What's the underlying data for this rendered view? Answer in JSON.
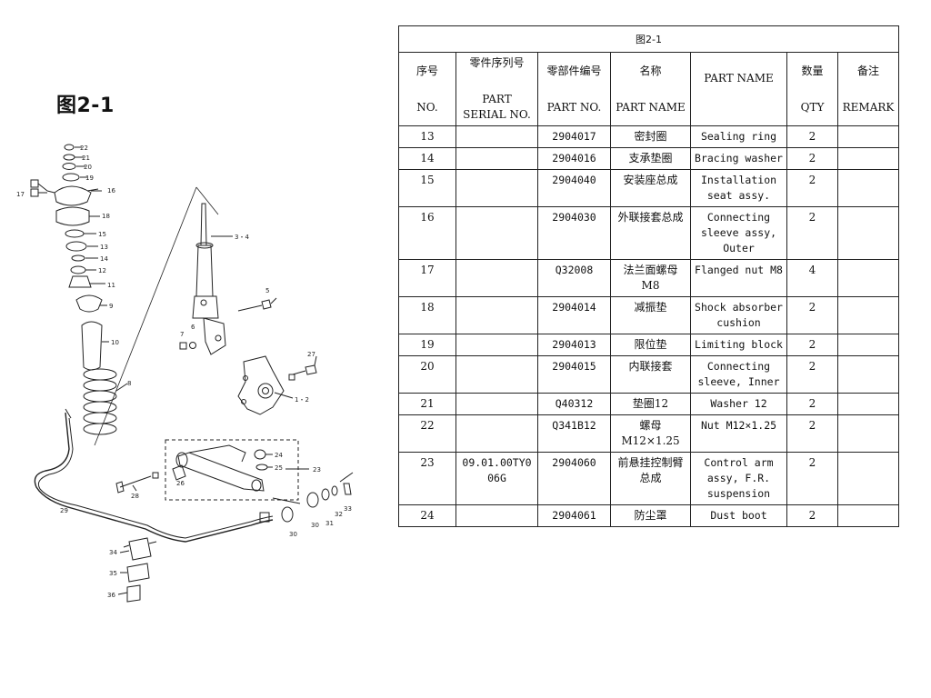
{
  "figure_label": "图2-1",
  "table": {
    "title": "图2-1",
    "headers": [
      {
        "cn": "序号",
        "en": "NO."
      },
      {
        "cn": "零件序列号",
        "en": "PART SERIAL NO."
      },
      {
        "cn": "零部件编号",
        "en": "PART NO."
      },
      {
        "cn": "名称",
        "en": "PART NAME"
      },
      {
        "cn": "PART NAME",
        "en": ""
      },
      {
        "cn": "数量",
        "en": "QTY"
      },
      {
        "cn": "备注",
        "en": "REMARK"
      }
    ],
    "rows": [
      {
        "no": "13",
        "serial": "",
        "part_no": "2904017",
        "name_cn": "密封圈",
        "name_en": "Sealing ring",
        "qty": "2",
        "remark": ""
      },
      {
        "no": "14",
        "serial": "",
        "part_no": "2904016",
        "name_cn": "支承垫圈",
        "name_en": "Bracing washer",
        "qty": "2",
        "remark": ""
      },
      {
        "no": "15",
        "serial": "",
        "part_no": "2904040",
        "name_cn": "安装座总成",
        "name_en": "Installation seat assy.",
        "qty": "2",
        "remark": ""
      },
      {
        "no": "16",
        "serial": "",
        "part_no": "2904030",
        "name_cn": "外联接套总成",
        "name_en": "Connecting sleeve assy, Outer",
        "qty": "2",
        "remark": ""
      },
      {
        "no": "17",
        "serial": "",
        "part_no": "Q32008",
        "name_cn": "法兰面螺母M8",
        "name_en": "Flanged nut M8",
        "qty": "4",
        "remark": ""
      },
      {
        "no": "18",
        "serial": "",
        "part_no": "2904014",
        "name_cn": "减振垫",
        "name_en": "Shock absorber cushion",
        "qty": "2",
        "remark": ""
      },
      {
        "no": "19",
        "serial": "",
        "part_no": "2904013",
        "name_cn": "限位垫",
        "name_en": "Limiting block",
        "qty": "2",
        "remark": ""
      },
      {
        "no": "20",
        "serial": "",
        "part_no": "2904015",
        "name_cn": "内联接套",
        "name_en": "Connecting sleeve, Inner",
        "qty": "2",
        "remark": ""
      },
      {
        "no": "21",
        "serial": "",
        "part_no": "Q40312",
        "name_cn": "垫圈12",
        "name_en": "Washer 12",
        "qty": "2",
        "remark": ""
      },
      {
        "no": "22",
        "serial": "",
        "part_no": "Q341B12",
        "name_cn": "螺母M12×1.25",
        "name_en": "Nut M12×1.25",
        "qty": "2",
        "remark": ""
      },
      {
        "no": "23",
        "serial": "09.01.00TY006G",
        "part_no": "2904060",
        "name_cn": "前悬挂控制臂总成",
        "name_en": "Control arm assy, F.R. suspension",
        "qty": "2",
        "remark": ""
      },
      {
        "no": "24",
        "serial": "",
        "part_no": "2904061",
        "name_cn": "防尘罩",
        "name_en": "Dust boot",
        "qty": "2",
        "remark": ""
      }
    ]
  },
  "diagram_callouts": {
    "c22": "22",
    "c21": "21",
    "c20": "20",
    "c19": "19",
    "c17": "17",
    "c16": "16",
    "c18": "18",
    "c15": "15",
    "c13": "13",
    "c14": "14",
    "c12": "12",
    "c11": "11",
    "c9": "9",
    "c10": "10",
    "c8": "8",
    "c34": "3・4",
    "c5": "5",
    "c7": "7",
    "c6": "6",
    "c27": "27",
    "c12b": "1・2",
    "c24": "24",
    "c25": "25",
    "c23": "23",
    "c26": "26",
    "c28": "28",
    "c29": "29",
    "c30a": "30",
    "c30b": "30",
    "c31": "31",
    "c32": "32",
    "c33": "33",
    "c34b": "34",
    "c35": "35",
    "c36": "36"
  }
}
